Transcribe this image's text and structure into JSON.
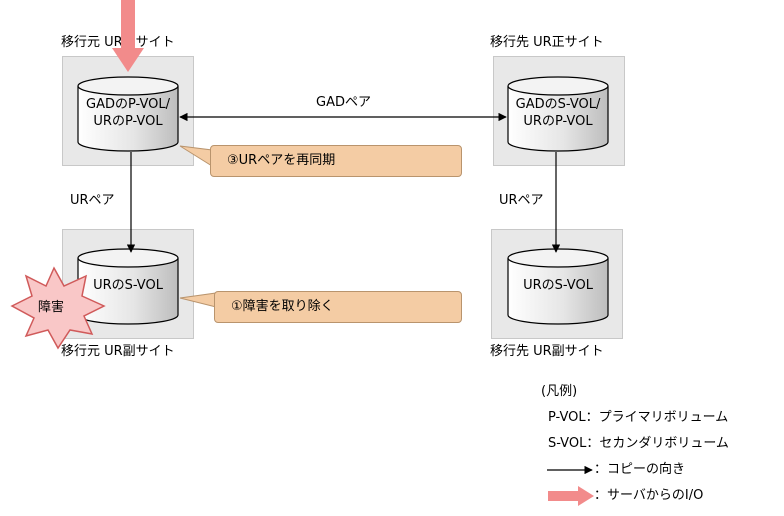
{
  "sites": {
    "src_primary": "移行元 UR正サイト",
    "dst_primary": "移行先 UR正サイト",
    "src_secondary": "移行元 UR副サイト",
    "dst_secondary": "移行先 UR副サイト"
  },
  "volumes": {
    "gad_pvol_line1": "GADのP-VOL/",
    "gad_pvol_line2": "URのP-VOL",
    "gad_svol_line1": "GADのS-VOL/",
    "gad_svol_line2": "URのP-VOL",
    "ur_svol_src": "URのS-VOL",
    "ur_svol_dst": "URのS-VOL"
  },
  "pairs": {
    "gad_pair": "GADペア",
    "ur_pair_src": "URペア",
    "ur_pair_dst": "URペア"
  },
  "callouts": {
    "resync": "③URペアを再同期",
    "remove_failure": "①障害を取り除く"
  },
  "failure": "障害",
  "legend": {
    "title": "(凡例)",
    "pvol": "P-VOL：プライマリボリューム",
    "svol": "S-VOL：セカンダリボリューム",
    "copy": "：コピーの向き",
    "io": "：サーバからのI/O"
  },
  "colors": {
    "io_arrow": "#f28b8b",
    "callout": "#f4cca4",
    "site_bg": "#e8e8e8",
    "failure_fill": "#f9c7c7",
    "failure_stroke": "#d05a5a"
  }
}
